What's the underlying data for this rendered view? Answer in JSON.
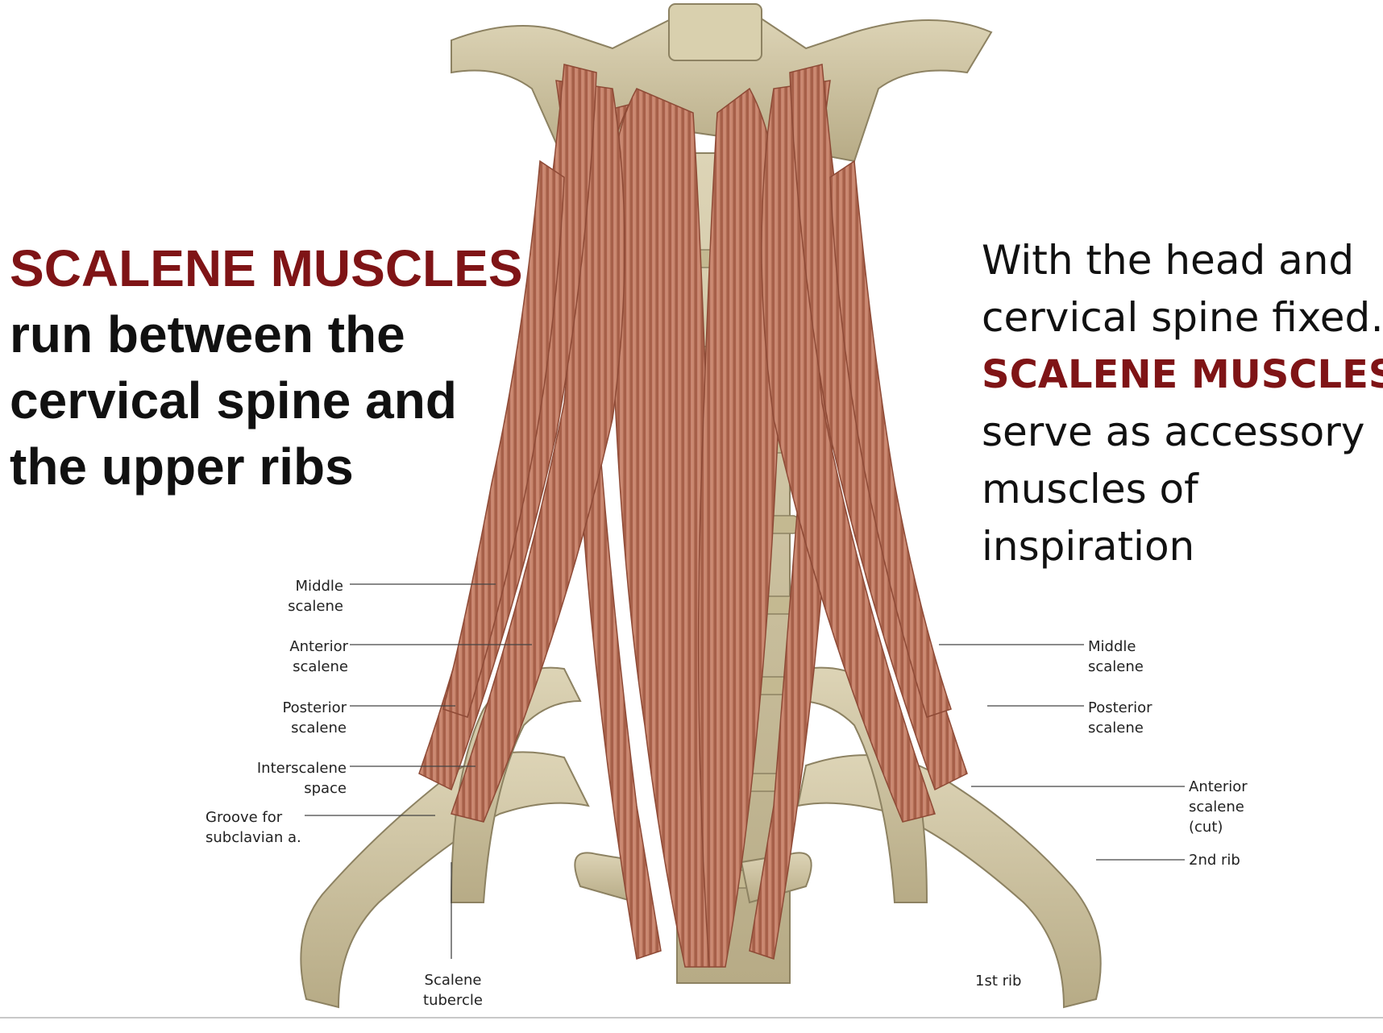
{
  "left_text": {
    "heading": "SCALENE MUSCLES",
    "line1": "run between the",
    "line2": "cervical spine and",
    "line3": "the upper ribs"
  },
  "right_text": {
    "line1": "With the head and",
    "line2": "cervical spine fixed…",
    "heading": "SCALENE MUSCLES",
    "line3": "serve as accessory",
    "line4": "muscles of",
    "line5": "inspiration"
  },
  "labels": {
    "middle_scalene_left": [
      "Middle",
      "scalene"
    ],
    "anterior_scalene_left": [
      "Anterior",
      "scalene"
    ],
    "posterior_scalene_left": [
      "Posterior",
      "scalene"
    ],
    "interscalene_space": [
      "Interscalene",
      "space"
    ],
    "groove_subclavian": [
      "Groove for",
      "subclavian a."
    ],
    "scalene_tubercle": [
      "Scalene",
      "tubercle"
    ],
    "middle_scalene_right": [
      "Middle",
      "scalene"
    ],
    "posterior_scalene_right": [
      "Posterior",
      "scalene"
    ],
    "anterior_scalene_cut": [
      "Anterior",
      "scalene",
      "(cut)"
    ],
    "second_rib": [
      "2nd rib"
    ],
    "first_rib": [
      "1st rib"
    ]
  },
  "colors": {
    "heading_red": "#7f1416",
    "muscle": "#b8705a",
    "bone": "#cfc5a4"
  }
}
